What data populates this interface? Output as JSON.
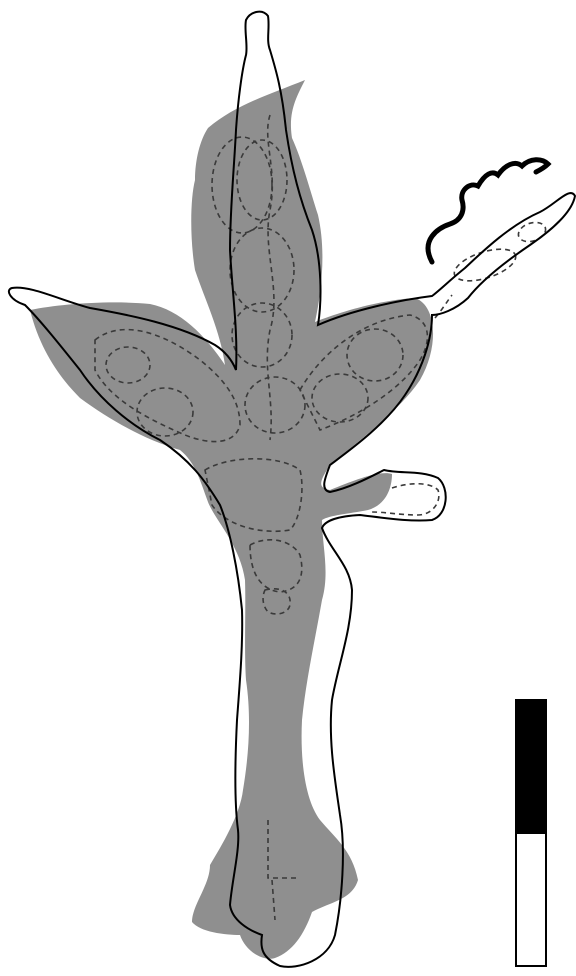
{
  "figure": {
    "layers": [
      "grey-shaded-specimen",
      "solid-outline-specimen",
      "dashed-internal-structures"
    ],
    "bracket": "curly-brace-over-branch-tip",
    "scale_bar": {
      "segments": [
        "black",
        "white"
      ],
      "black_fraction": 0.5
    },
    "colors": {
      "shaded_fill": "#8f8f8f",
      "outline": "#000000",
      "dashed": "#3a3a3a",
      "background": "#ffffff",
      "scale_black": "#000000"
    }
  }
}
